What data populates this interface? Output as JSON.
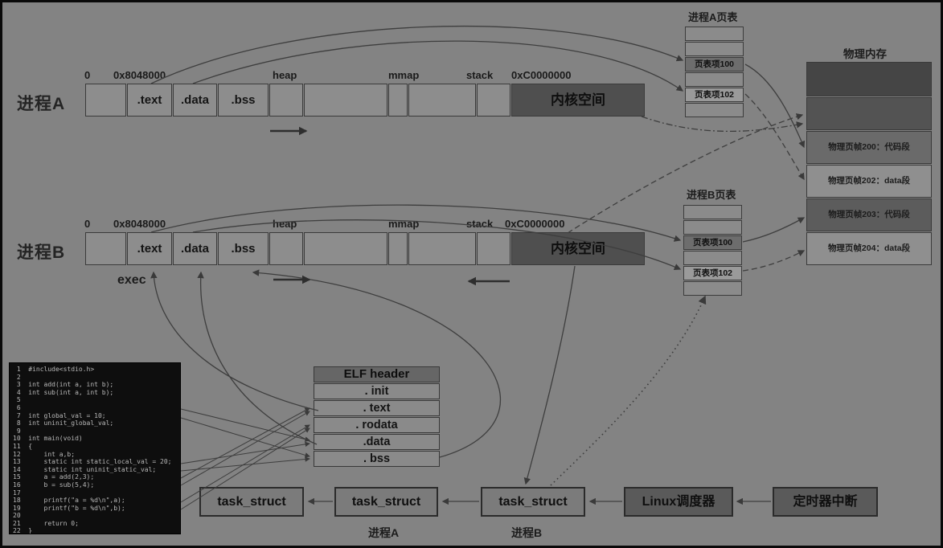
{
  "process_a": {
    "label": "进程A",
    "addr_zero": "0",
    "addr_text": "0x8048000",
    "addr_heap": "heap",
    "addr_mmap": "mmap",
    "addr_stack": "stack",
    "addr_kernel": "0xC0000000",
    "seg_text": ".text",
    "seg_data": ".data",
    "seg_bss": ".bss",
    "seg_kernel": "内核空间"
  },
  "process_b": {
    "label": "进程B",
    "addr_zero": "0",
    "addr_text": "0x8048000",
    "addr_heap": "heap",
    "addr_mmap": "mmap",
    "addr_stack": "stack",
    "addr_kernel": "0xC0000000",
    "seg_text": ".text",
    "seg_data": ".data",
    "seg_bss": ".bss",
    "seg_kernel": "内核空间",
    "exec_label": "exec"
  },
  "page_table_a": {
    "title": "进程A页表",
    "entry100": "页表项100",
    "entry102": "页表项102"
  },
  "page_table_b": {
    "title": "进程B页表",
    "entry100": "页表项100",
    "entry102": "页表项102"
  },
  "physical_memory": {
    "title": "物理内存",
    "frame200": "物理页帧200：代码段",
    "frame202": "物理页帧202：data段",
    "frame203": "物理页帧203：代码段",
    "frame204": "物理页帧204：data段"
  },
  "elf": {
    "header": "ELF header",
    "init": ". init",
    "text": ". text",
    "rodata": ". rodata",
    "data": ".data",
    "bss": ". bss"
  },
  "code": {
    "lines": [
      " 1  #include<stdio.h>",
      " 2",
      " 3  int add(int a, int b);",
      " 4  int sub(int a, int b);",
      " 5",
      " 6",
      " 7  int global_val = 10;",
      " 8  int uninit_global_val;",
      " 9",
      "10  int main(void)",
      "11  {",
      "12      int a,b;",
      "13      static int static_local_val = 20;",
      "14      static int uninit_static_val;",
      "15      a = add(2,3);",
      "16      b = sub(5,4);",
      "17",
      "18      printf(\"a = %d\\n\",a);",
      "19      printf(\"b = %d\\n\",b);",
      "20",
      "21      return 0;",
      "22  }"
    ]
  },
  "scheduler_row": {
    "task1": "task_struct",
    "task2": "task_struct",
    "task3": "task_struct",
    "scheduler": "Linux调度器",
    "timer": "定时器中断",
    "label_a": "进程A",
    "label_b": "进程B"
  },
  "colors": {
    "background": "#838383",
    "kernel_box": "#4f4f4f",
    "code_bg": "#0e0e0e",
    "pt_highlight_dark": "#6d6d6d",
    "pt_highlight_light": "#9a9a9a",
    "phys_dark_block": "#454545",
    "connector": "#3e3e3e"
  }
}
